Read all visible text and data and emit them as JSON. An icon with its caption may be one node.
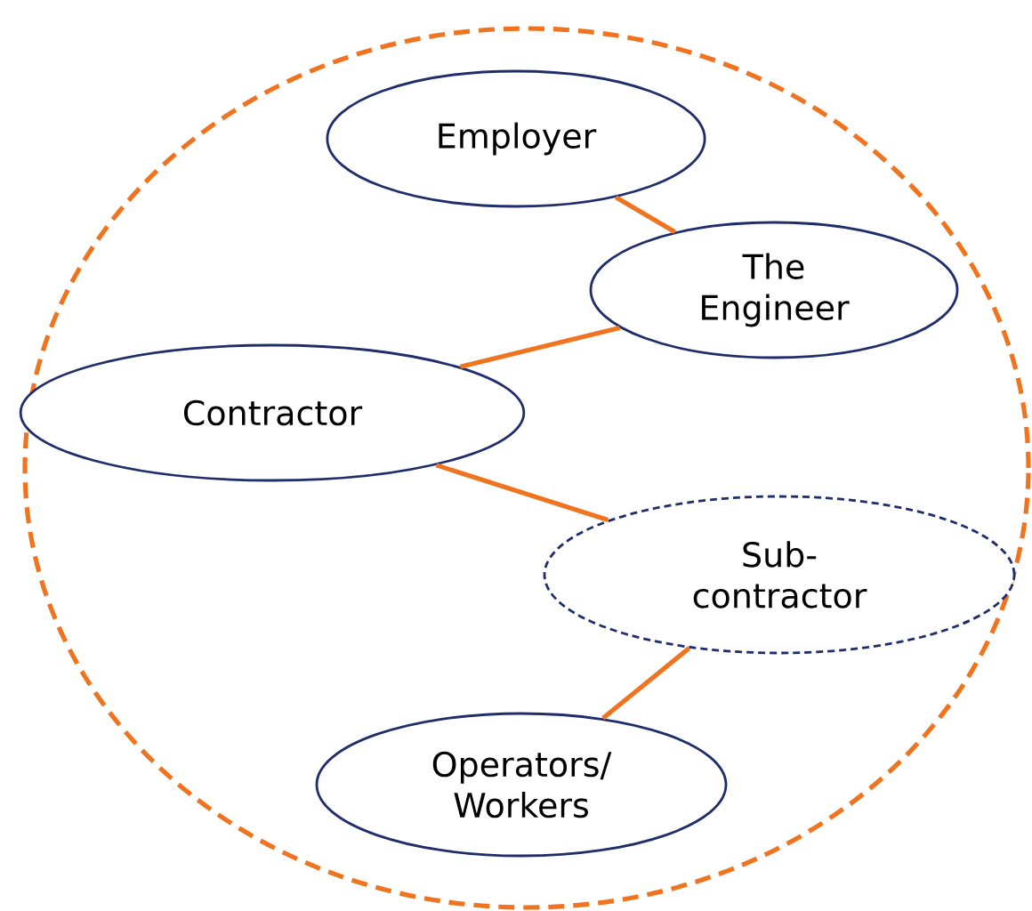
{
  "diagram": {
    "nodes": [
      {
        "text": [],
        "shape": "ellipse"
      },
      {
        "text": [
          "Employer"
        ],
        "in": 0
      },
      {
        "text": [
          "The Engineer"
        ],
        "in": 0
      },
      {
        "text": [
          "Contractor"
        ],
        "in": 0
      },
      {
        "text": [
          "Sub-contractor"
        ],
        "in": 0
      },
      {
        "text": [
          "Operators/ Workers"
        ],
        "in": 0
      }
    ],
    "edges": [
      {
        "from": 1,
        "to": 2,
        "arrow": "none",
        "color": "#f07320"
      },
      {
        "from": 2,
        "to": 3,
        "arrow": "none",
        "color": "#f07320"
      },
      {
        "from": 3,
        "to": 4,
        "arrow": "none",
        "color": "#f07320"
      },
      {
        "from": 4,
        "to": 5,
        "arrow": "none",
        "color": "#f07320"
      }
    ]
  }
}
